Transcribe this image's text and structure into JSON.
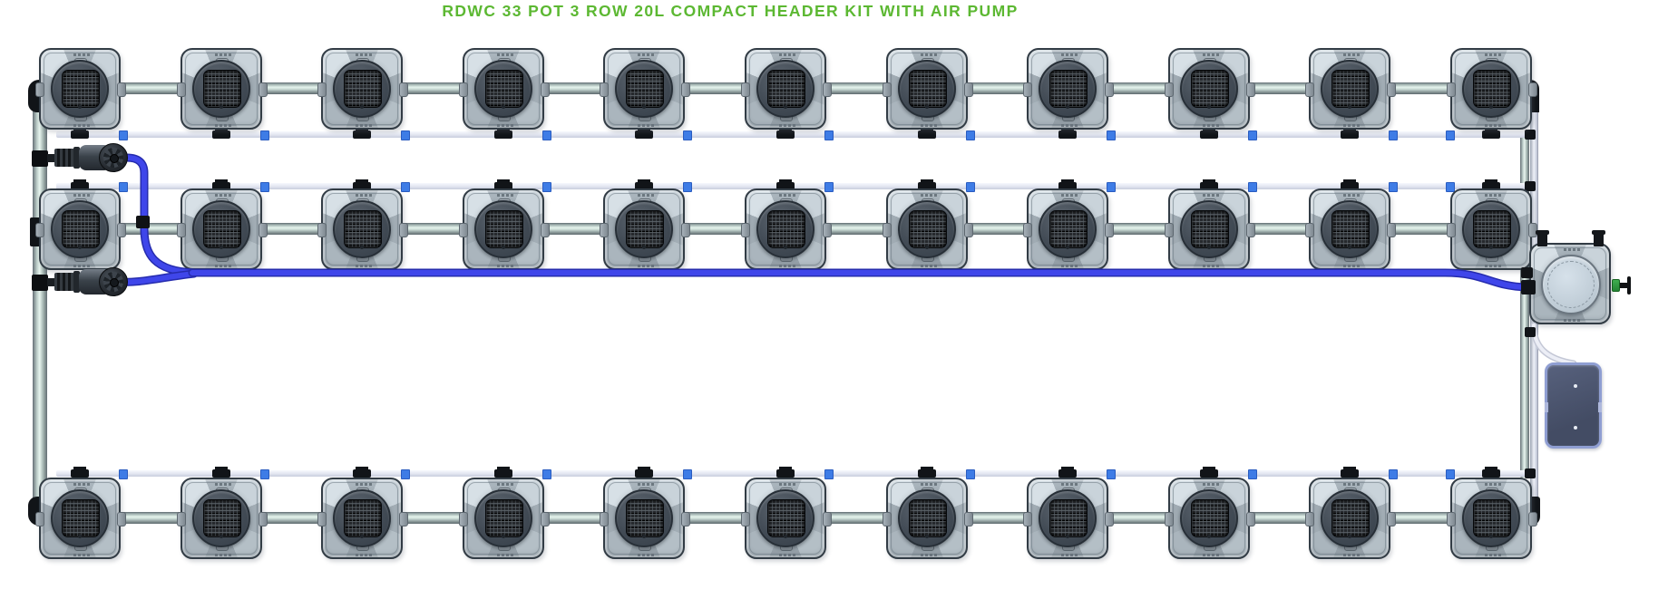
{
  "title": {
    "text": "RDWC 33 POT 3 ROW 20L COMPACT HEADER KIT WITH AIR PUMP",
    "color": "#5cb832"
  },
  "system": {
    "rows": 3,
    "pots_per_row": 11,
    "total_pots": 33,
    "pot_volume_label": "20L",
    "components": {
      "grow_pots": 33,
      "header_tank": 1,
      "air_pump": 1,
      "shutoff_valves": 2,
      "return_rails": 3,
      "row_pipes": 3
    }
  },
  "colors": {
    "title_green": "#5cb832",
    "hose_blue": "#3f46ea",
    "hose_edge": "#262cae",
    "clip_blue": "#3e7ce6",
    "fitting_black": "#111418",
    "air_pump_body": "#4b5572",
    "air_pump_border": "#8f9ed2",
    "valve_fitting_green": "#2f9e42",
    "tank_lid": "#c9d5df",
    "pot_body": "#b0bbc3",
    "mesh_dark": "#15181b",
    "steel_pipe_highlight": "#e4f3ec",
    "rail_white": "#e7eaf4"
  }
}
